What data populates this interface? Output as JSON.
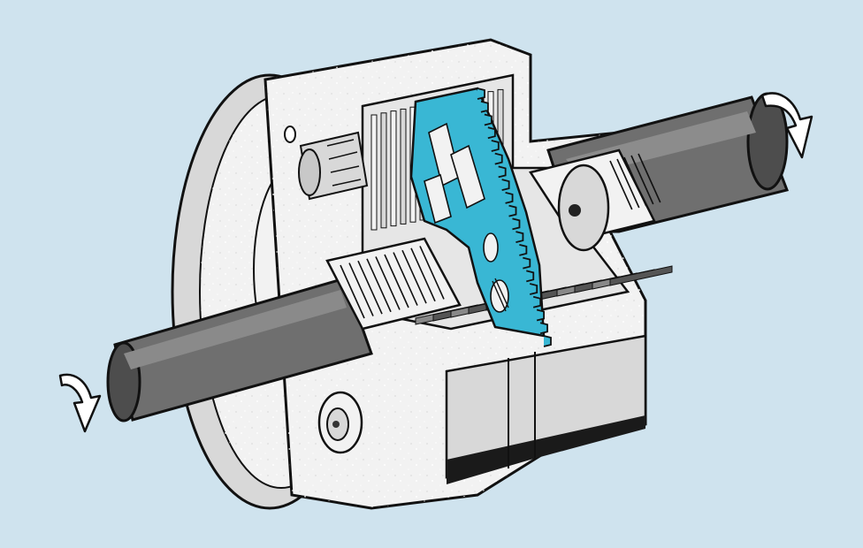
{
  "illustration": {
    "subject": "cutaway-coupling-with-shafts-and-gear-rotor",
    "colors": {
      "background": "#cfe3ee",
      "metal_light": "#f2f2f2",
      "metal_mid": "#d8d8d8",
      "metal_shade": "#a8a8a8",
      "shaft": "#6f6f6f",
      "shaft_dark": "#4d4d4d",
      "accent_blue": "#39b7d4",
      "outline": "#111111"
    },
    "icons": [
      "curved-rotation-arrow-left",
      "curved-rotation-arrow-right"
    ]
  }
}
